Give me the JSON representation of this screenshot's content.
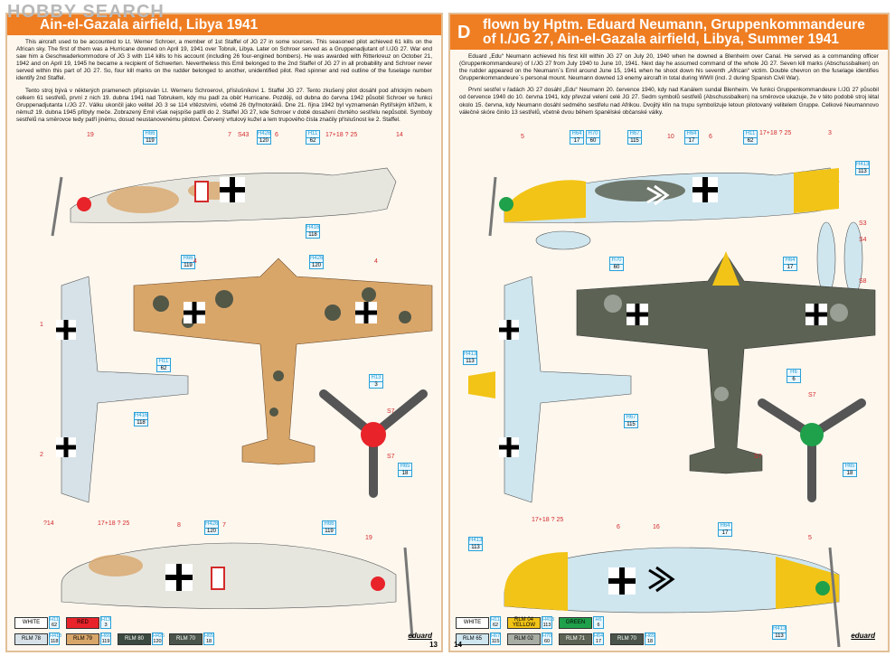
{
  "watermark": "HOBBY SEARCH",
  "left": {
    "title": "Ain-el-Gazala airfield, Libya 1941",
    "text_en": "This aircraft used to be accounted to Lt. Werner Schroer, a member of 1st Staffel of JG 27 in some sources. This seasoned pilot achieved 61 kills on the African sky. The first of them was a Hurricane downed on April 19, 1941 over Tobruk, Libya. Later on Schroer served as a Gruppenadjutant of I./JG 27. War end saw him a Geschwaderkommodore of JG 3 with 114 kills to his account (including 26 four-engined bombers). He was awarded with Ritterkreuz on October 21, 1942 and on April 19, 1945 he became a recipient of Schwerten. Nevertheless this Emil belonged to the 2nd Staffel of JG 27 in all probability and Schroer never served within this part of JG 27. So, four kill marks on the rudder belonged to another, unidentified pilot. Red spinner and red outline of the fuselage number identify 2nd Staffel.",
    "text_cz": "Tento stroj bývá v některých pramenech připisován Lt. Werneru Schroerovi, příslušníkovi 1. Staffel JG 27. Tento zkušený pilot dosáhl pod africkým nebem celkem 61 sestřelů, první z nich 19. dubna 1941 nad Tobrukem, kdy mu padl za oběť Hurricane. Později, od dubna do června 1942 působil Schroer ve funkci Gruppenadjutanta I./JG 27. Válku ukončil jako velitel JG 3 se 114 vítězstvími, včetně 26 čtyřmotoráků. Dne 21. října 1942 byl vyznamenán Rytířským křížem, k němuž 19. dubna 1945 přibyly meče. Zobrazený Emil však nejspíše patřil do 2. Staffel JG 27, kde Schroer v době dosažení čtvrtého sestřelu nepůsobil. Symboly sestřelů na směrovce tedy patří jinému, dosud neustanovenému pilotovi. Červený vrtulový kužel a lem trupového čísla značily příslušnost ke 2. Staffel.",
    "callouts": [
      {
        "code": "H66",
        "num": "119"
      },
      {
        "code": "H426",
        "num": "120"
      },
      {
        "code": "H11",
        "num": "62"
      },
      {
        "code": "H416",
        "num": "118"
      },
      {
        "code": "H66",
        "num": "119"
      },
      {
        "code": "H426",
        "num": "120"
      },
      {
        "code": "H11",
        "num": "62"
      },
      {
        "code": "H416",
        "num": "118"
      },
      {
        "code": "H13",
        "num": "3"
      },
      {
        "code": "H65",
        "num": "18"
      },
      {
        "code": "H426",
        "num": "120"
      },
      {
        "code": "H66",
        "num": "119"
      }
    ],
    "markers": [
      "19",
      "7",
      "S43",
      "6",
      "17+18 ? 25",
      "14",
      "1",
      "2",
      "4",
      "4",
      "S7",
      "S7",
      "?14",
      "17+18 ? 25",
      "8",
      "7",
      "19"
    ],
    "swatches_row1": [
      {
        "name": "WHITE",
        "code": "H11",
        "num": "62",
        "color": "#ffffff"
      },
      {
        "name": "RED",
        "code": "H13",
        "num": "3",
        "color": "#e8232a"
      }
    ],
    "swatches_row2": [
      {
        "name": "RLM 78",
        "code": "H418",
        "num": "118",
        "color": "#d6e2e8"
      },
      {
        "name": "RLM 79",
        "code": "H66",
        "num": "119",
        "color": "#d9a66a"
      },
      {
        "name": "RLM 80",
        "code": "H426",
        "num": "120",
        "color": "#3b4a40"
      },
      {
        "name": "RLM 70",
        "code": "H65",
        "num": "18",
        "color": "#4a544b"
      }
    ],
    "page_number": "13",
    "logo": "eduard"
  },
  "right": {
    "letter": "D",
    "title": "flown by Hptm. Eduard Neumann, Gruppenkommandeure of I./JG 27, Ain-el-Gazala airfield, Libya, Summer 1941",
    "text_en": "Eduard „Edu“ Neumann achieved his first kill within JG 27 on July 20, 1940 when he downed a Blenheim over Canal. He served as a commanding officer (Gruppenkommandeure) of I./JG 27 from July 1940 to June 10, 1941. Next day he assumed command of the whole JG 27. Seven kill marks (Abschussbalken) on the rudder appeared on the Neumann´s Emil around June 15, 1941 when he shoot down his seventh „African“ victim. Double chevron on the fuselage identifies Gruppenkommandeure´s personal mount. Neumann downed 13 enemy aircraft in total during WWII (incl. 2 during Spanish Civil War).",
    "text_cz": "První sestřel v řadách JG 27 dosáhl „Edu“ Neumann 20. července 1940, kdy nad Kanálem sundal Blenheim. Ve funkci Gruppenkommandeure I./JG 27 působil od července 1940 do 10. června 1941, kdy převzal velení celé JG 27. Sedm symbolů sestřelů (Abschussbalken) na směrovce ukazuje, že v této podobě stroj létal okolo 15. června, kdy Neumann dosáhl sedmého sestřelu nad Afrikou. Dvojitý klín na trupu symbolizuje letoun pilotovaný velitelem Gruppe. Celkové Neumannovo válečné skóre činilo 13 sestřelů, včetně dvou během španělské občanské války.",
    "callouts": [
      {
        "code": "H64",
        "num": "17"
      },
      {
        "code": "H70",
        "num": "60"
      },
      {
        "code": "H67",
        "num": "115"
      },
      {
        "code": "H64",
        "num": "17"
      },
      {
        "code": "H11",
        "num": "62"
      },
      {
        "code": "H413",
        "num": "113"
      },
      {
        "code": "H70",
        "num": "60"
      },
      {
        "code": "H64",
        "num": "17"
      },
      {
        "code": "H413",
        "num": "113"
      },
      {
        "code": "H67",
        "num": "115"
      },
      {
        "code": "H6",
        "num": "6"
      },
      {
        "code": "H65",
        "num": "18"
      },
      {
        "code": "H413",
        "num": "113"
      },
      {
        "code": "H64",
        "num": "17"
      },
      {
        "code": "H413",
        "num": "113"
      }
    ],
    "markers": [
      "5",
      "10",
      "6",
      "17+18 ? 25",
      "3",
      "S3",
      "S4",
      "S8",
      "S7",
      "S7",
      "17+18 ? 25",
      "6",
      "16",
      "5"
    ],
    "swatches_row1": [
      {
        "name": "WHITE",
        "code": "H11",
        "num": "62",
        "color": "#ffffff"
      },
      {
        "name": "RLM 04 YELLOW",
        "code": "H413",
        "num": "113",
        "color": "#f2c417"
      },
      {
        "name": "GREEN",
        "code": "H6",
        "num": "6",
        "color": "#1fa04a"
      }
    ],
    "swatches_row2": [
      {
        "name": "RLM 65",
        "code": "H67",
        "num": "115",
        "color": "#cfe6ef"
      },
      {
        "name": "RLM 02",
        "code": "H70",
        "num": "60",
        "color": "#a9aea5"
      },
      {
        "name": "RLM 71",
        "code": "H64",
        "num": "17",
        "color": "#5d6354"
      },
      {
        "name": "RLM 70",
        "code": "H65",
        "num": "18",
        "color": "#4a544b"
      }
    ],
    "page_number": "14",
    "logo": "eduard"
  }
}
